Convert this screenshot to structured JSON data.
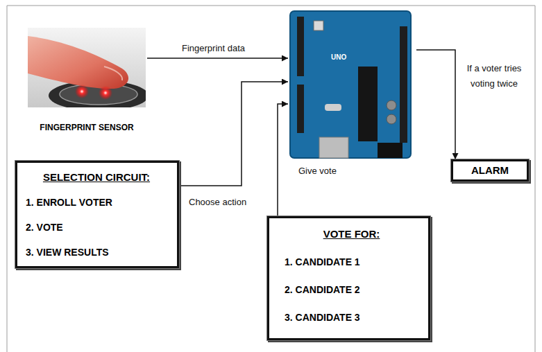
{
  "diagram": {
    "nodes": [
      {
        "text": [
          "FINGERPRINT SENSOR"
        ]
      },
      {
        "text": [
          "UNO"
        ]
      },
      {
        "text": [
          "SELECTION CIRCUIT:",
          "1. ENROLL VOTER",
          "2. VOTE",
          "3. VIEW RESULTS"
        ]
      },
      {
        "text": [
          "VOTE FOR:",
          "1. CANDIDATE 1",
          "2. CANDIDATE 2",
          "3. CANDIDATE 3"
        ]
      },
      {
        "text": [
          "ALARM"
        ]
      }
    ],
    "edges": [
      {
        "from": 0,
        "to": 1,
        "label": "Fingerprint data",
        "arrow": "to"
      },
      {
        "from": 2,
        "to": 1,
        "label": "Choose action",
        "arrow": "to"
      },
      {
        "from": 3,
        "to": 1,
        "label": "Give vote",
        "arrow": "to"
      },
      {
        "from": 1,
        "to": 4,
        "label": "If a voter tries voting twice",
        "arrow": "to"
      }
    ]
  }
}
